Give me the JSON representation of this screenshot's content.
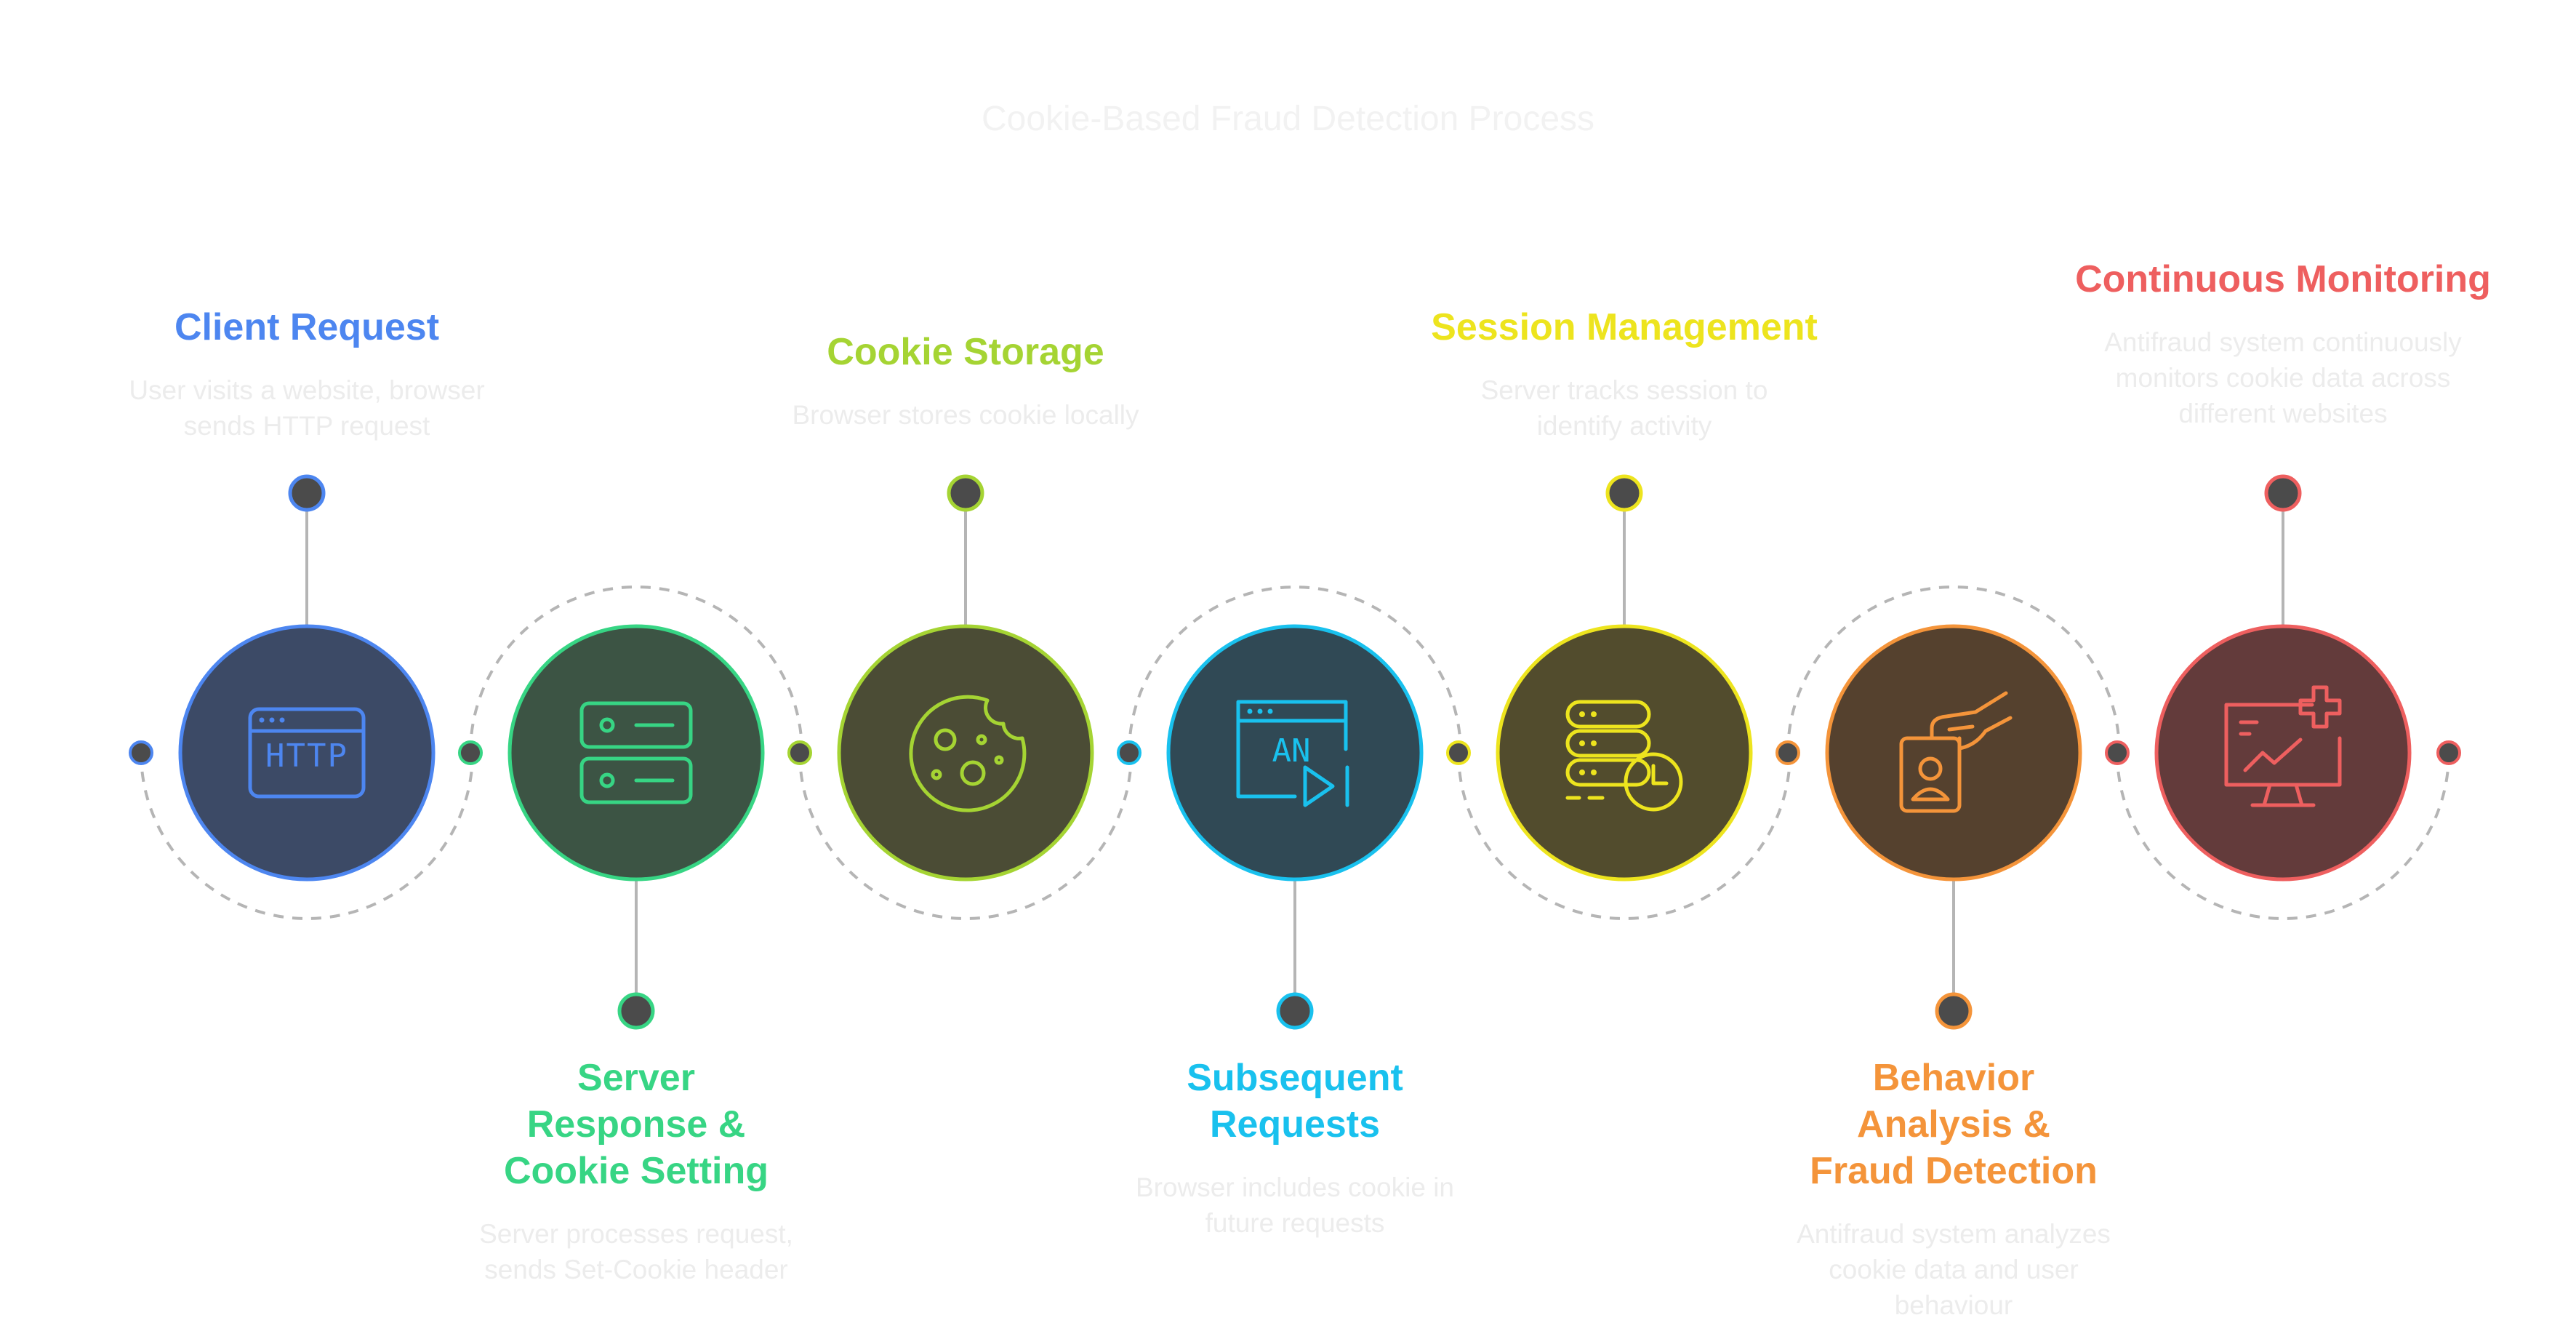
{
  "title": "Cookie-Based Fraud Detection Process",
  "steps": [
    {
      "title": "Client Request",
      "description": "User visits a website, browser sends HTTP request",
      "icon": "browser-http-icon",
      "icon_text": "HTTP",
      "color": "#4d86f0",
      "fill": "#3c4a66",
      "position": "top"
    },
    {
      "title": "Server Response & Cookie Setting",
      "description": "Server processes request, sends Set-Cookie header",
      "icon": "server-icon",
      "color": "#37d584",
      "fill": "#3c5444",
      "position": "bottom"
    },
    {
      "title": "Cookie Storage",
      "description": "Browser stores cookie locally",
      "icon": "cookie-icon",
      "color": "#a5d433",
      "fill": "#4b4c35",
      "position": "top"
    },
    {
      "title": "Subsequent Requests",
      "description": "Browser includes cookie in future requests",
      "icon": "translate-play-icon",
      "icon_text": "AN",
      "color": "#19c1ee",
      "fill": "#304955",
      "position": "bottom"
    },
    {
      "title": "Session Management",
      "description": "Server tracks session to identify activity",
      "icon": "database-clock-icon",
      "color": "#ede41e",
      "fill": "#524c2d",
      "position": "top"
    },
    {
      "title": "Behavior Analysis & Fraud Detection",
      "description": "Antifraud system analyzes cookie data and user behaviour",
      "icon": "id-card-hand-icon",
      "color": "#f4943a",
      "fill": "#55412e",
      "position": "bottom"
    },
    {
      "title": "Continuous Monitoring",
      "description": "Antifraud system continuously monitors cookie data across different websites",
      "icon": "monitor-health-icon",
      "color": "#ee5f5f",
      "fill": "#633b3b",
      "position": "top"
    }
  ],
  "connector_color": "#b5b5b5",
  "dot_fill": "#4b4b4b"
}
